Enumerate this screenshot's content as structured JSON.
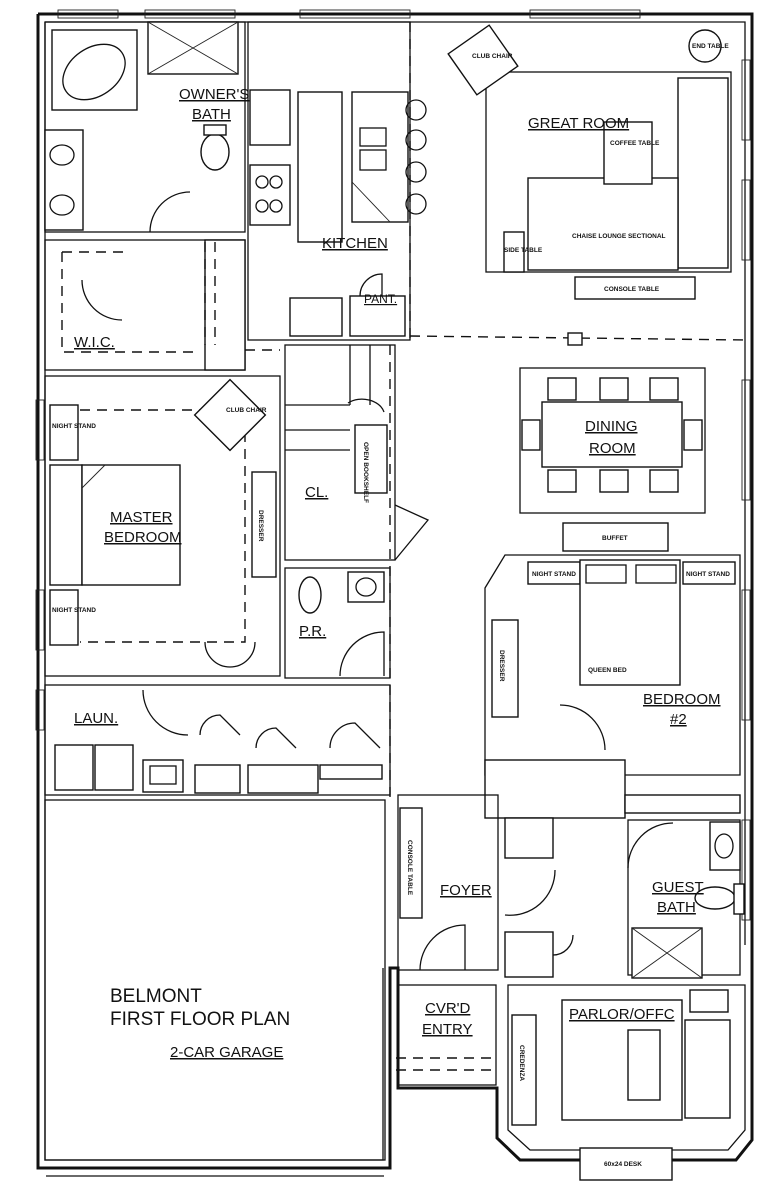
{
  "plan": {
    "title_line1": "BELMONT",
    "title_line2": "FIRST FLOOR PLAN",
    "subtitle": "2-CAR GARAGE"
  },
  "rooms": {
    "owners_bath_1": "OWNER'S",
    "owners_bath_2": "BATH",
    "kitchen": "KITCHEN",
    "pantry": "PANT.",
    "great_room": "GREAT ROOM",
    "wic": "W.I.C.",
    "master_1": "MASTER",
    "master_2": "BEDROOM",
    "closet": "CL.",
    "dining_1": "DINING",
    "dining_2": "ROOM",
    "powder": "P.R.",
    "laundry": "LAUN.",
    "bedroom2_1": "BEDROOM",
    "bedroom2_2": "#2",
    "foyer": "FOYER",
    "guest_bath_1": "GUEST",
    "guest_bath_2": "BATH",
    "cvrd_1": "CVR'D",
    "cvrd_2": "ENTRY",
    "parlor": "PARLOR/OFFC"
  },
  "furniture": {
    "club_chair": "CLUB CHAIR",
    "end_table": "END TABLE",
    "coffee_table": "COFFEE TABLE",
    "side_table": "SIDE TABLE",
    "chaise": "CHAISE LOUNGE SECTIONAL",
    "console_table": "CONSOLE TABLE",
    "night_stand": "NIGHT STAND",
    "dresser": "DRESSER",
    "open_bookshelf": "OPEN BOOKSHELF",
    "buffet": "BUFFET",
    "queen_bed": "QUEEN BED",
    "credenza": "CREDENZA",
    "desk": "60x24 DESK"
  }
}
